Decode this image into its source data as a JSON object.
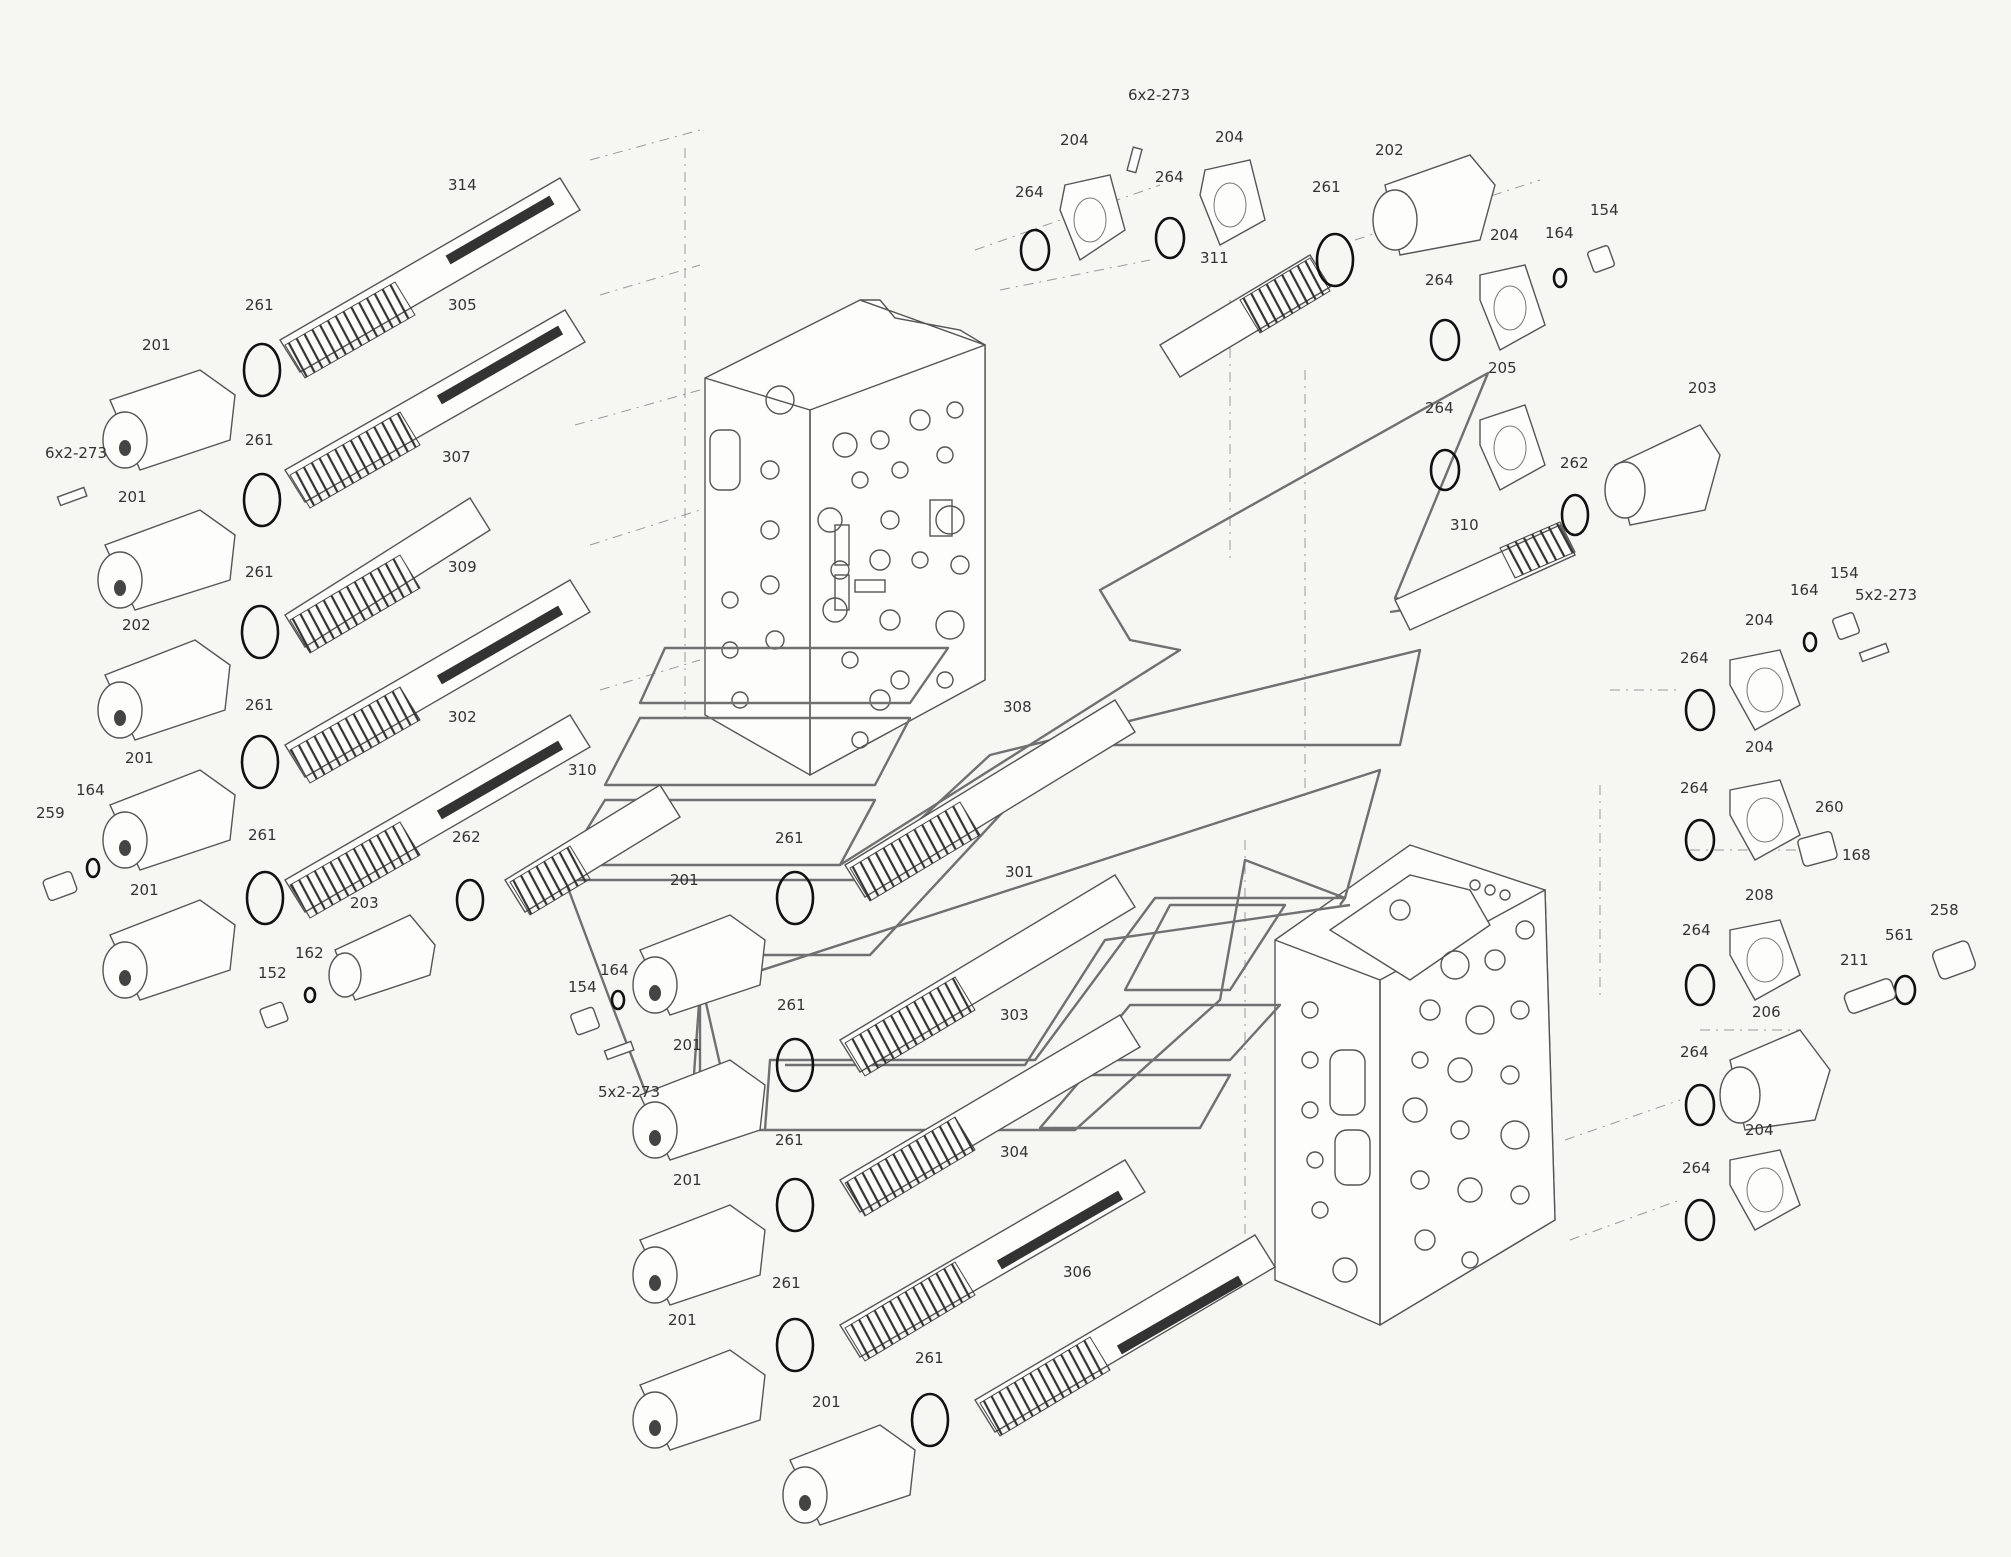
{
  "labels": {
    "l01": "314",
    "l02": "261",
    "l03": "305",
    "l04": "201",
    "l05": "261",
    "l06": "6x2-273",
    "l07": "201",
    "l08": "307",
    "l09": "261",
    "l10": "309",
    "l11": "202",
    "l12": "261",
    "l13": "302",
    "l14": "201",
    "l15": "164",
    "l16": "259",
    "l17": "261",
    "l18": "262",
    "l19": "201",
    "l20": "203",
    "l21": "310",
    "l22": "162",
    "l23": "152",
    "l24": "6x2-273",
    "l25": "204",
    "l26": "204",
    "l27": "264",
    "l28": "264",
    "l29": "261",
    "l30": "202",
    "l31": "311",
    "l32": "154",
    "l33": "164",
    "l34": "204",
    "l35": "264",
    "l36": "205",
    "l37": "264",
    "l38": "203",
    "l39": "262",
    "l40": "310",
    "l41": "154",
    "l42": "164",
    "l43": "5x2-273",
    "l44": "204",
    "l45": "264",
    "l46": "308",
    "l47": "261",
    "l48": "201",
    "l49": "301",
    "l50": "204",
    "l51": "264",
    "l52": "260",
    "l53": "168",
    "l54": "208",
    "l55": "264",
    "l56": "154",
    "l57": "164",
    "l58": "261",
    "l59": "303",
    "l60": "201",
    "l61": "5x2-273",
    "l62": "211",
    "l63": "561",
    "l64": "258",
    "l65": "206",
    "l66": "264",
    "l67": "261",
    "l68": "304",
    "l69": "204",
    "l70": "264",
    "l71": "201",
    "l72": "261",
    "l73": "306",
    "l74": "201",
    "l75": "261",
    "l76": "201"
  }
}
